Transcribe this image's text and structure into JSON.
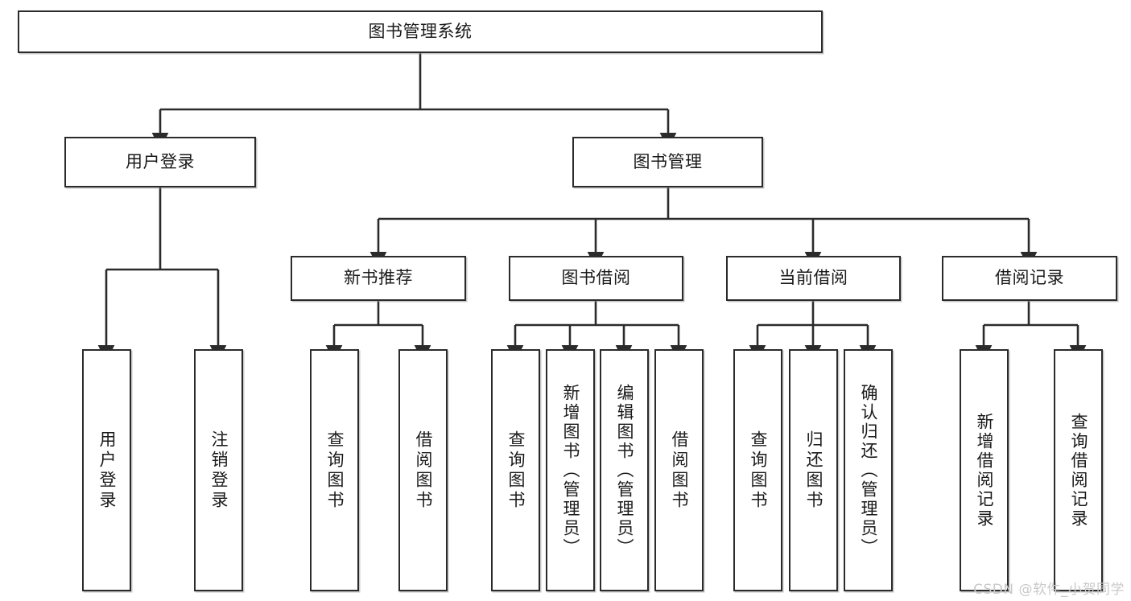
{
  "diagram": {
    "title": "图书管理系统",
    "type": "tree-hierarchy-chart",
    "root": {
      "label": "图书管理系统"
    },
    "level2": [
      {
        "label": "用户登录"
      },
      {
        "label": "图书管理"
      }
    ],
    "level3": [
      {
        "label": "新书推荐"
      },
      {
        "label": "图书借阅"
      },
      {
        "label": "当前借阅"
      },
      {
        "label": "借阅记录"
      }
    ],
    "leaves": {
      "user_login": [
        {
          "label": "用户登录"
        },
        {
          "label": "注销登录"
        }
      ],
      "new_book_recommend": [
        {
          "label": "查询图书"
        },
        {
          "label": "借阅图书"
        }
      ],
      "book_borrow": [
        {
          "label": "查询图书"
        },
        {
          "label": "新增图书（管理员）"
        },
        {
          "label": "编辑图书（管理员）"
        },
        {
          "label": "借阅图书"
        }
      ],
      "current_borrow": [
        {
          "label": "查询图书"
        },
        {
          "label": "归还图书"
        },
        {
          "label": "确认归还（管理员）"
        }
      ],
      "borrow_records": [
        {
          "label": "新增借阅记录"
        },
        {
          "label": "查询借阅记录"
        }
      ]
    }
  },
  "watermark": {
    "text": "CSDN @软件_小贺同学"
  },
  "colors": {
    "box_border": "#2b2b2b",
    "box_fill": "#ffffff",
    "text": "#1a1a1a",
    "connector": "#2b2b2b",
    "watermark": "#c9c9c9",
    "background": "#ffffff"
  }
}
